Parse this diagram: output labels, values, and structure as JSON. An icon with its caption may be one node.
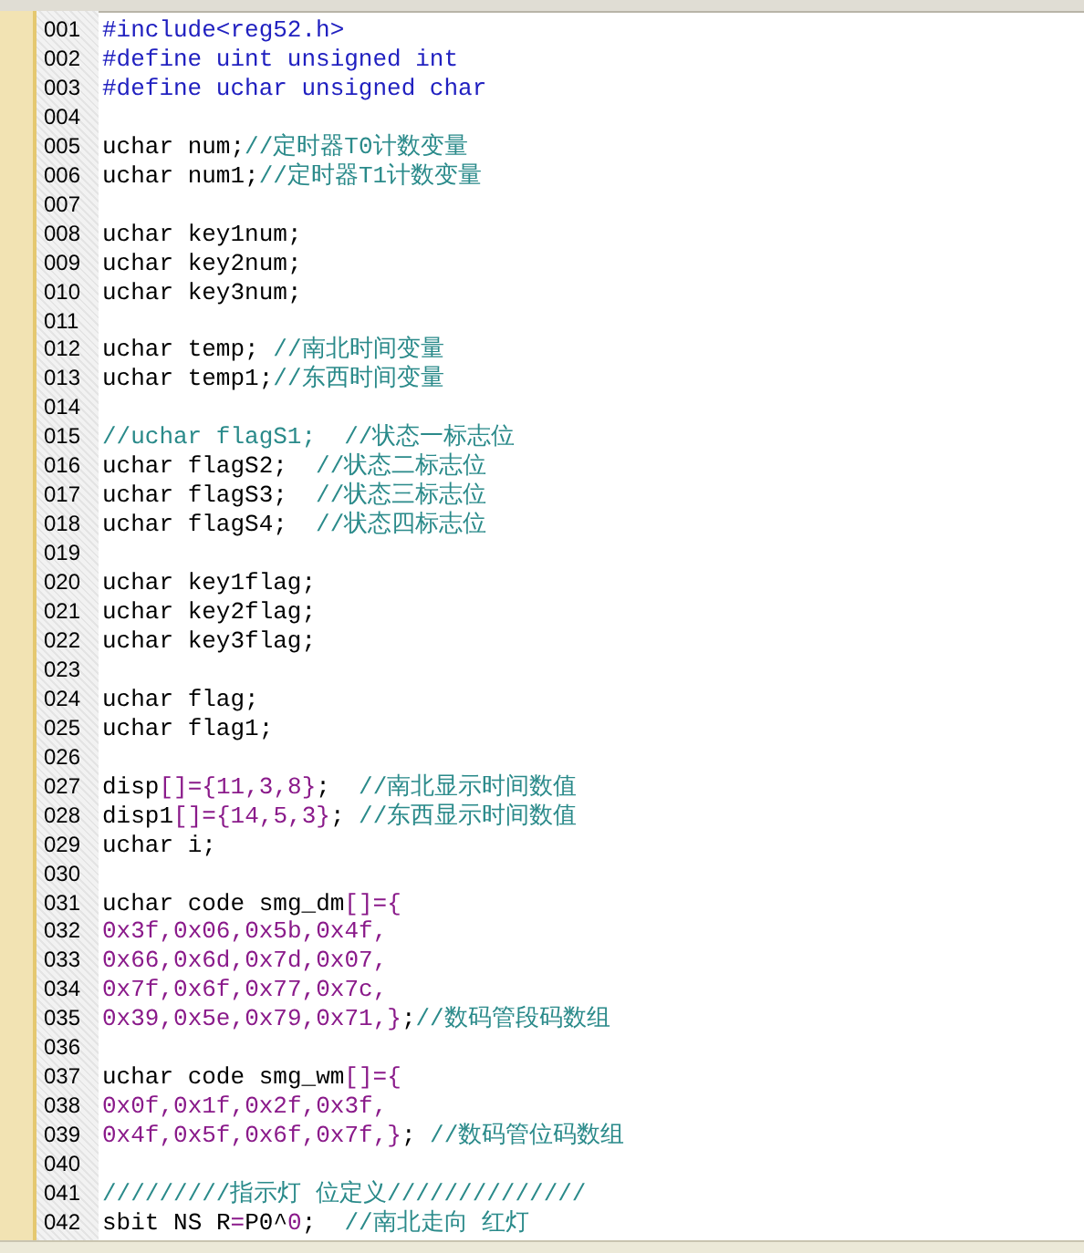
{
  "diagram": {
    "labels": [
      "001",
      "#include<reg52.h>",
      "002",
      "#define uint unsigned int",
      "003",
      "#define uchar unsigned char",
      "004",
      "005",
      "uchar num;//定时器T0计数变量",
      "006",
      "uchar num1;//定时器T1计数变量",
      "007",
      "008",
      "uchar key1num;",
      "009",
      "uchar key2num;",
      "010",
      "uchar key3num;",
      "011",
      "012",
      "uchar temp; //南北时间变量",
      "013",
      "uchar temp1;//东西时间变量",
      "014",
      "015",
      "//uchar flagS1;  //状态一标志位",
      "016",
      "uchar flagS2;  //状态二标志位",
      "017",
      "uchar flagS3;  //状态三标志位",
      "018",
      "uchar flagS4;  //状态四标志位",
      "019",
      "020",
      "uchar key1flag;",
      "021",
      "uchar key2flag;",
      "022",
      "uchar key3flag;",
      "023",
      "024",
      "uchar flag;",
      "025",
      "uchar flag1;",
      "026",
      "027",
      "disp[]={11,3,8};  //南北显示时间数值",
      "028",
      "disp1[]={14,5,3}; //东西显示时间数值",
      "029",
      "uchar i;",
      "030",
      "031",
      "uchar code smg_dm[]={",
      "032",
      "0x3f,0x06,0x5b,0x4f,",
      "033",
      "0x66,0x6d,0x7d,0x07,",
      "034",
      "0x7f,0x6f,0x77,0x7c,",
      "035",
      "0x39,0x5e,0x79,0x71,};//数码管段码数组",
      "036",
      "037",
      "uchar code smg_wm[]={",
      "038",
      "0x0f,0x1f,0x2f,0x3f,",
      "039",
      "0x4f,0x5f,0x6f,0x7f,}; //数码管位码数组",
      "040",
      "041",
      "/////////指示灯 位定义//////////////",
      "042",
      "sbit NS R=P0^0;  //南北走向 红灯"
    ]
  }
}
